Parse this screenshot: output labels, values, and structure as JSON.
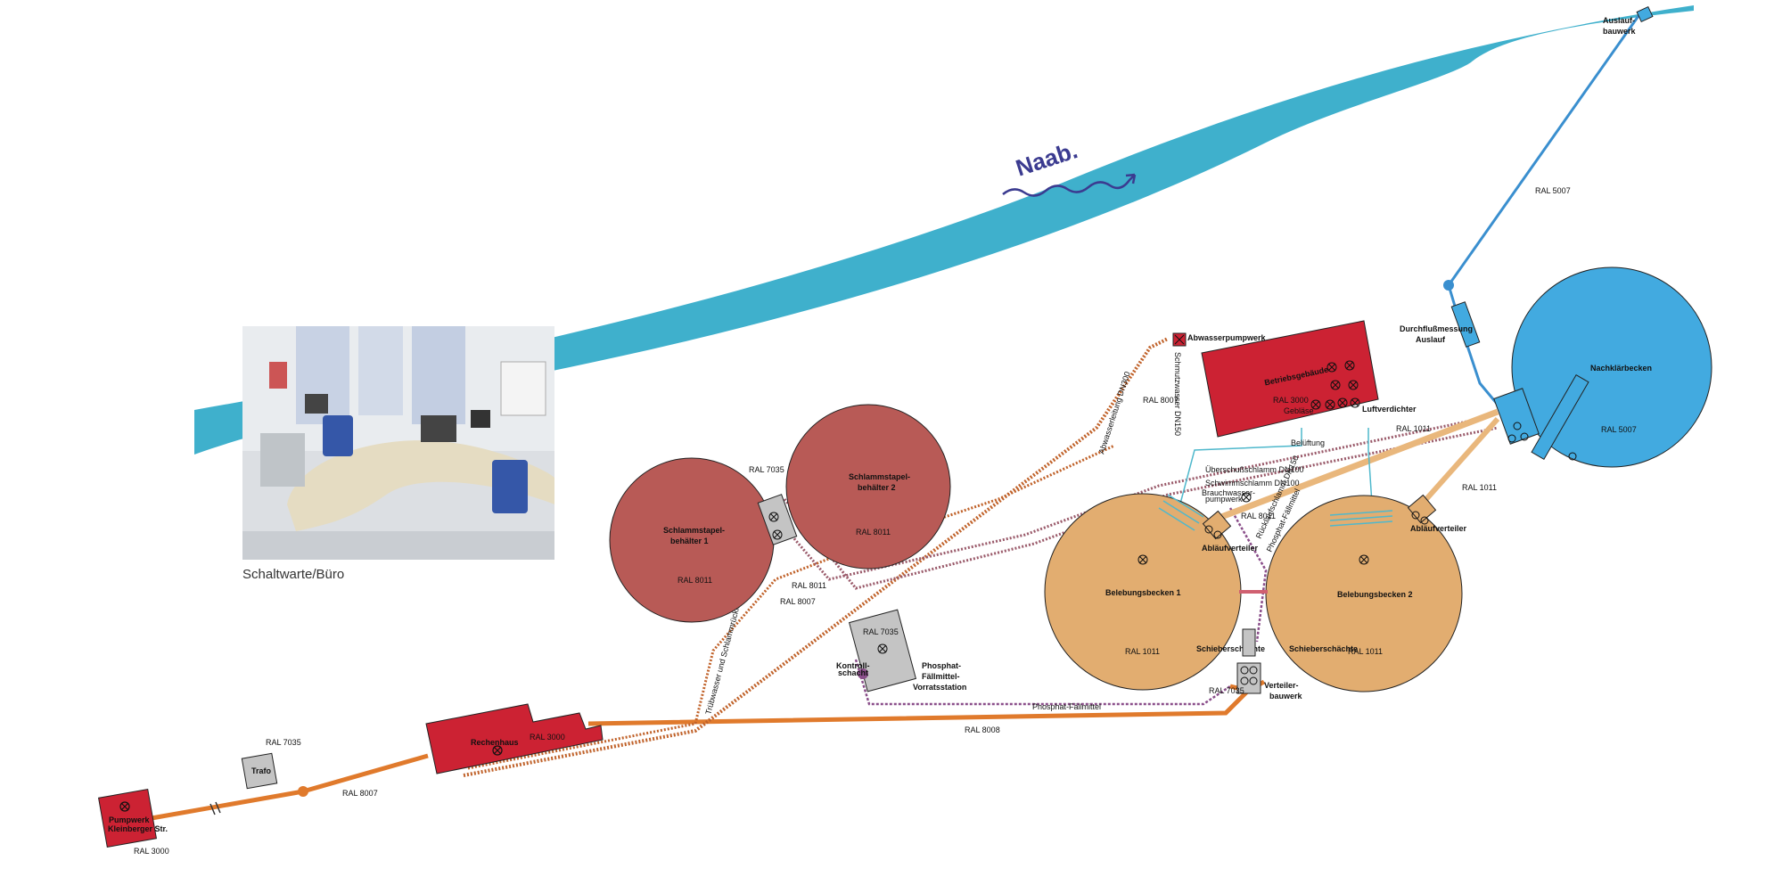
{
  "river": {
    "name": "Naab.",
    "color": "#3fb0cc"
  },
  "photo": {
    "caption": "Schaltwarte/Büro"
  },
  "colors": {
    "red": "#cc2233",
    "sludge": "#b85a56",
    "aeration": "#e2ad70",
    "clarifier": "#42aae0",
    "grey": "#c4c4c4",
    "orange_pipe": "#e07a2c",
    "beige_pipe": "#e9b77c",
    "blue_pipe": "#3a8fcf",
    "purple_pipe": "#8a4e8a",
    "teal_line": "#4fb8cc"
  },
  "facilities": {
    "pumpwerk": {
      "name_l1": "Pumpwerk",
      "name_l2": "Kleinberger Str.",
      "ral": "RAL 3000"
    },
    "trafo": {
      "name": "Trafo",
      "ral": "RAL 7035"
    },
    "rechenhaus": {
      "name": "Rechenhaus",
      "ral": "RAL 3000"
    },
    "schlamm1": {
      "name_l1": "Schlammstapel-",
      "name_l2": "behälter 1",
      "ral": "RAL 8011"
    },
    "schlamm2": {
      "name_l1": "Schlammstapel-",
      "name_l2": "behälter 2",
      "ral": "RAL 8011"
    },
    "schlamm_connector": {
      "ral": "RAL 7035"
    },
    "phosphat": {
      "name_l1": "Phosphat-",
      "name_l2": "Fällmittel-",
      "name_l3": "Vorratsstation",
      "ral": "RAL 7035"
    },
    "kontrollschacht": {
      "name_l1": "Kontroll-",
      "name_l2": "schacht"
    },
    "abwasserpumpwerk": {
      "name": "Abwasserpumpwerk",
      "side_label": "Schmutzwasser DN150"
    },
    "betriebsgebaeude": {
      "name": "Betriebsgebäude",
      "ral": "RAL 3000",
      "sub1": "Gebläse",
      "sub2": "Luftverdichter"
    },
    "brauchwasser": {
      "name_l1": "Brauchwasser-",
      "name_l2": "pumpwerk"
    },
    "belebung1": {
      "name": "Belebungsbecken 1",
      "ral": "RAL 1011",
      "verteiler": "Abläufverteiler",
      "schieber": "Schieberschächte"
    },
    "belebung2": {
      "name": "Belebungsbecken 2",
      "ral": "RAL 1011",
      "verteiler": "Abläufverteiler",
      "schieber": "Schieberschächte"
    },
    "verteilerbauwerk": {
      "name_l1": "Verteiler-",
      "name_l2": "bauwerk",
      "ral": "RAL 7035"
    },
    "nachklaerbecken": {
      "name": "Nachklärbecken",
      "ral": "RAL 5007"
    },
    "durchfluss": {
      "name_l1": "Durchflußmessung",
      "name_l2": "Auslauf"
    },
    "auslauf": {
      "name_l1": "Auslauf-",
      "name_l2": "bauwerk"
    }
  },
  "pipes": {
    "main_ral": "RAL 8007",
    "lower_ral": "RAL 8008",
    "beige_ral_1": "RAL 1011",
    "beige_ral_2": "RAL 1011",
    "outflow_ral": "RAL 5007",
    "sludge_ral_a": "RAL 8011",
    "sludge_ral_b": "RAL 8007",
    "bel_ral": "RAL 8011",
    "vertical_label": "Abwasserleitung DN300",
    "phosphat_label": "Phosphat-Fällmittel",
    "trueb_label": "Trübwasser und Schlammrückleitung",
    "bel_luft": "Belüftung",
    "ueberschuss": "Überschußschlamm DN100",
    "schwimm": "Schwimmschlamm DN100",
    "rueckschlamm": "Rücklaufschlamm DN150",
    "phos_dist": "Phosphat-Fällmittel"
  }
}
